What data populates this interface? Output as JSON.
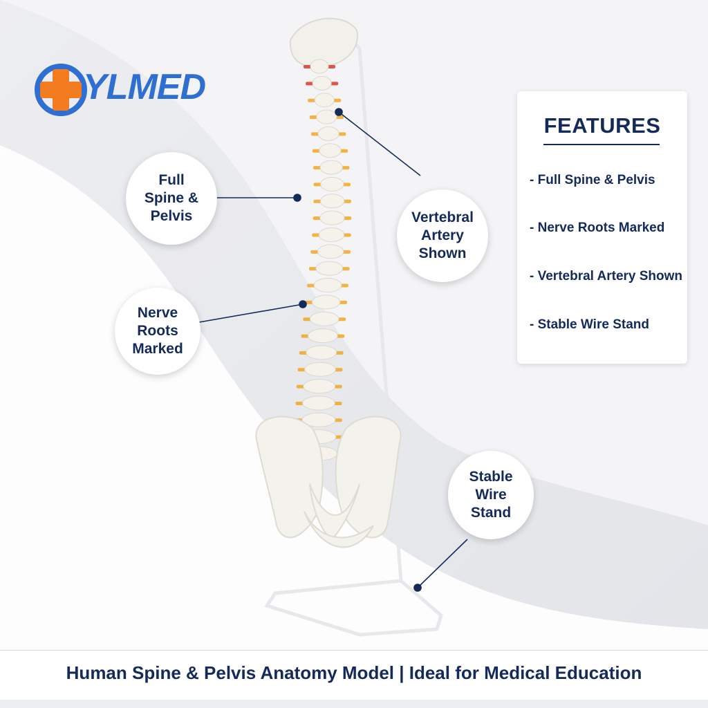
{
  "brand": {
    "logo_text": "YLMED",
    "colors": {
      "cross": "#f47c20",
      "ring": "#2f6fd2",
      "navy": "#132a5a"
    }
  },
  "callouts": {
    "full_spine": "Full\nSpine &\nPelvis",
    "nerve_roots": "Nerve\nRoots\nMarked",
    "vertebral_artery": "Vertebral\nArtery\nShown",
    "stable_stand": "Stable\nWire\nStand"
  },
  "features": {
    "title": "FEATURES",
    "items": [
      "-  Full Spine & Pelvis",
      "-  Nerve Roots Marked",
      "-  Vertebral Artery Shown",
      "-  Stable Wire Stand"
    ]
  },
  "footer": {
    "text": "Human Spine & Pelvis Anatomy Model  |  Ideal for Medical Education"
  },
  "product_image": {
    "subject": "spine-and-pelvis-model-on-wire-stand"
  }
}
